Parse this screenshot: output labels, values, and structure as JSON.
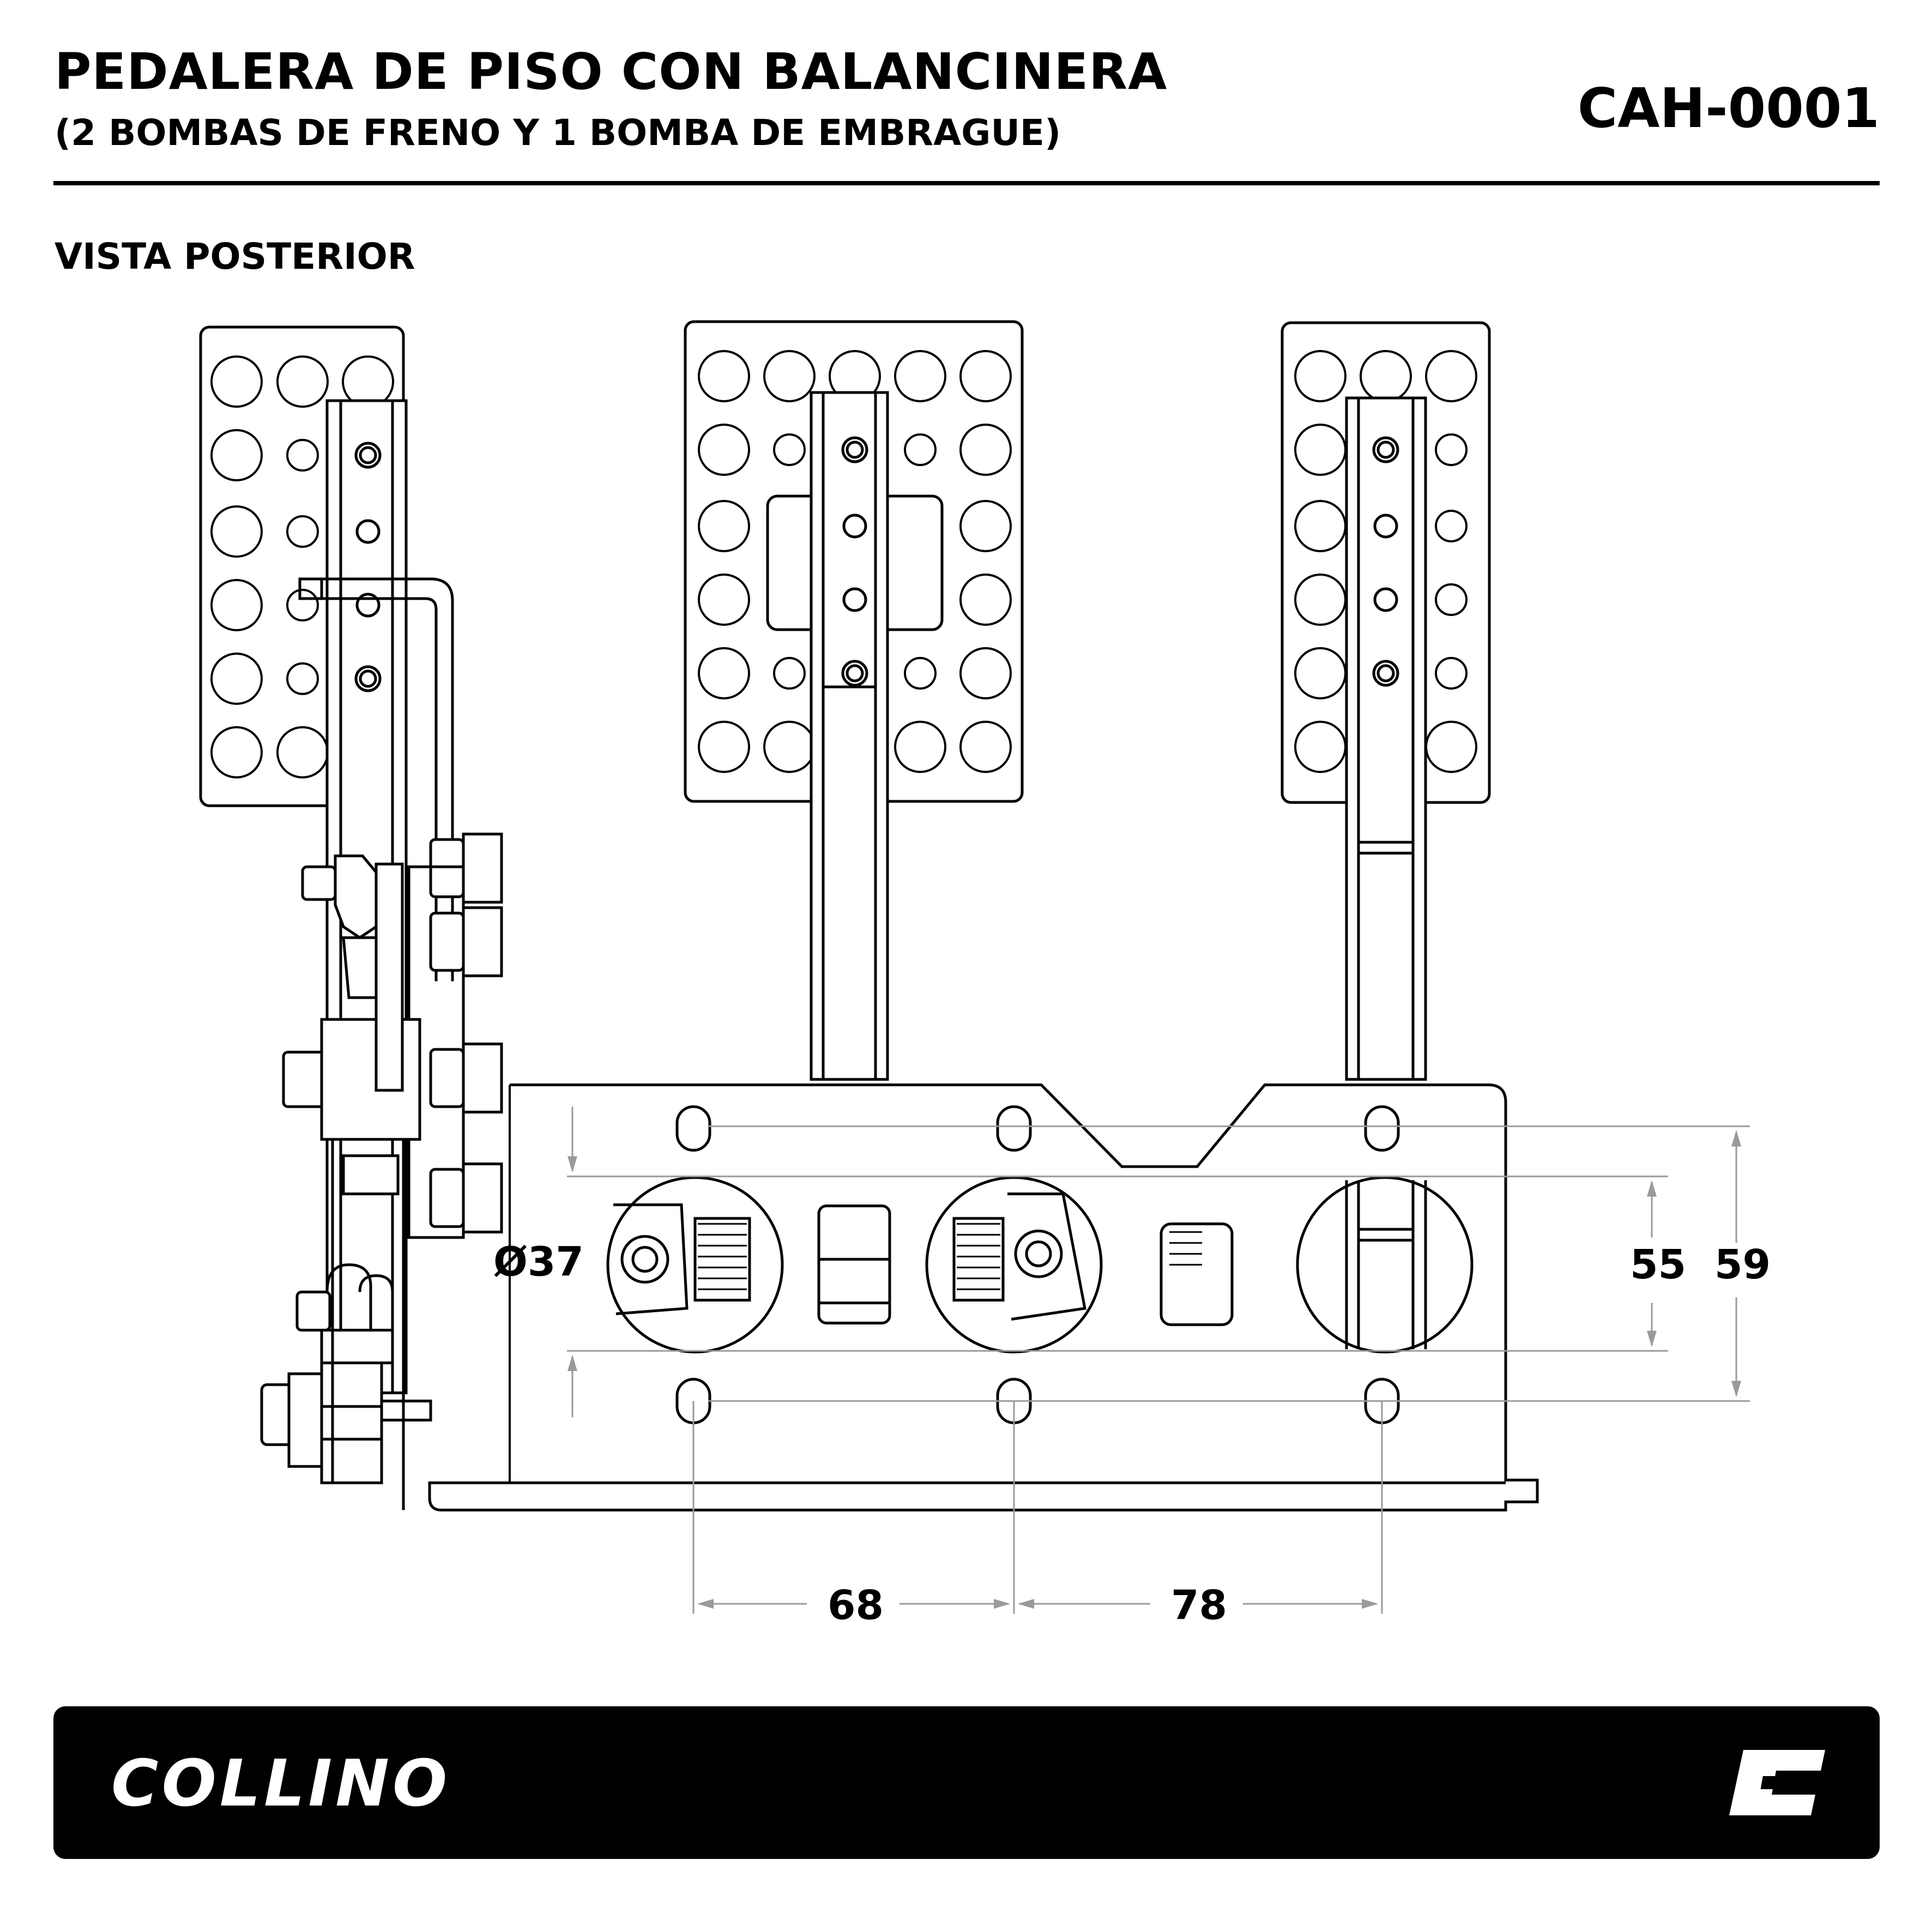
{
  "header": {
    "title": "PEDALERA DE PISO CON BALANCINERA",
    "subtitle": "(2 BOMBAS DE FRENO Y 1 BOMBA DE EMBRAGUE)",
    "code": "CAH-0001"
  },
  "view_label": "VISTA POSTERIOR",
  "dimensions": {
    "diameter": "Ø37",
    "height_inner": "55",
    "height_outer": "59",
    "spacing_left": "68",
    "spacing_right": "78"
  },
  "footer": {
    "brand": "COLLINO",
    "logo_letter": "C",
    "background_color": "#000000",
    "text_color": "#ffffff"
  },
  "colors": {
    "line": "#000000",
    "dimension_line": "#9a9a9a"
  }
}
